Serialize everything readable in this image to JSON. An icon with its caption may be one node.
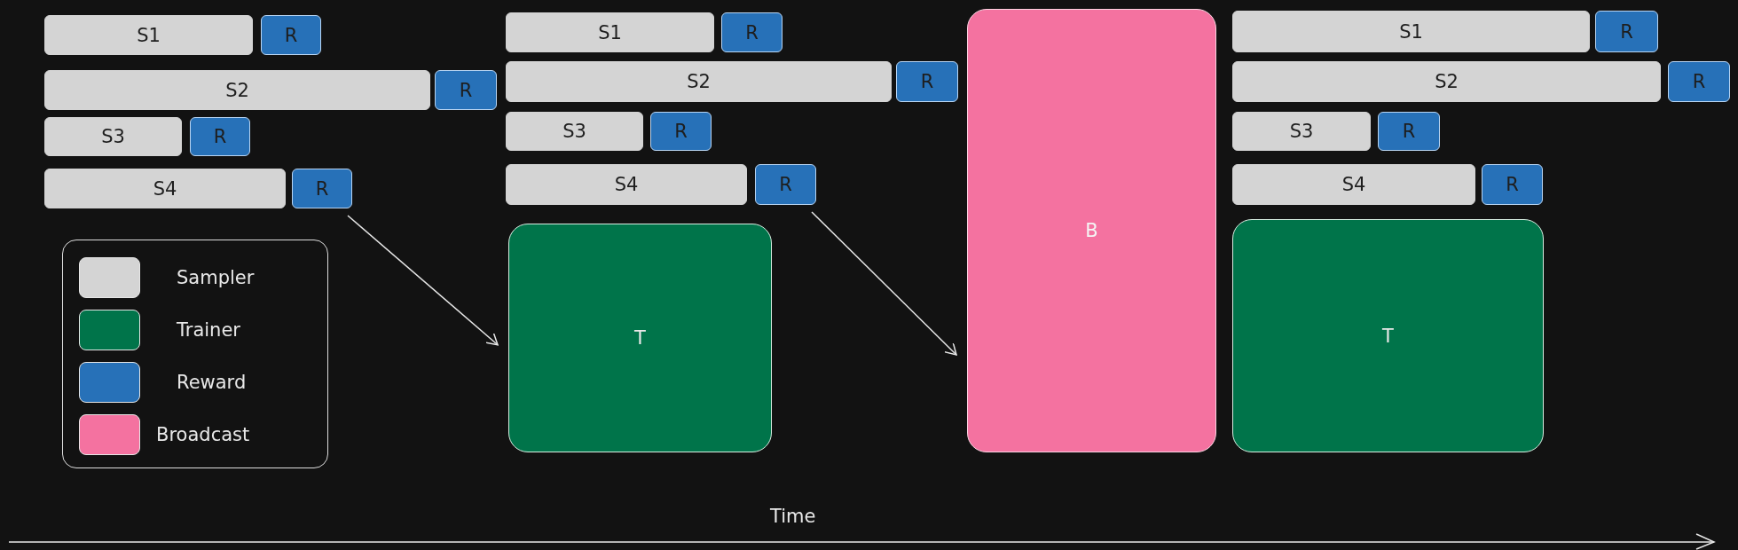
{
  "diagram": {
    "nodes": [
      {
        "text": [
          "S1"
        ]
      },
      {
        "text": [
          "R"
        ]
      },
      {
        "text": [
          "S2"
        ]
      },
      {
        "text": [
          "R"
        ]
      },
      {
        "text": [
          "S3"
        ]
      },
      {
        "text": [
          "R"
        ]
      },
      {
        "text": [
          "S4"
        ]
      },
      {
        "text": [
          "R"
        ]
      },
      {
        "text": [
          "S1"
        ]
      },
      {
        "text": [
          "R"
        ]
      },
      {
        "text": [
          "S2"
        ]
      },
      {
        "text": [
          "R"
        ]
      },
      {
        "text": [
          "S3"
        ]
      },
      {
        "text": [
          "R"
        ]
      },
      {
        "text": [
          "S4"
        ]
      },
      {
        "text": [
          "R"
        ]
      },
      {
        "text": [
          "T"
        ]
      },
      {
        "text": [
          "B"
        ]
      },
      {
        "text": [
          "S1"
        ]
      },
      {
        "text": [
          "R"
        ]
      },
      {
        "text": [
          "S2"
        ]
      },
      {
        "text": [
          "R"
        ]
      },
      {
        "text": [
          "S3"
        ]
      },
      {
        "text": [
          "R"
        ]
      },
      {
        "text": [
          "S4"
        ]
      },
      {
        "text": [
          "R"
        ]
      },
      {
        "text": [
          "T"
        ]
      }
    ],
    "edges": [
      {
        "from": 7,
        "to": 16,
        "arrow": "to"
      },
      {
        "from": 15,
        "to": 17,
        "arrow": "to"
      }
    ],
    "labels": [
      "Time"
    ],
    "legend": [
      {
        "text": "Sampler",
        "color": "#d4d4d4"
      },
      {
        "text": "Trainer",
        "color": "#00744a"
      },
      {
        "text": "Reward",
        "color": "#2771b8"
      },
      {
        "text": "Broadcast",
        "color": "#f472a0"
      }
    ]
  }
}
